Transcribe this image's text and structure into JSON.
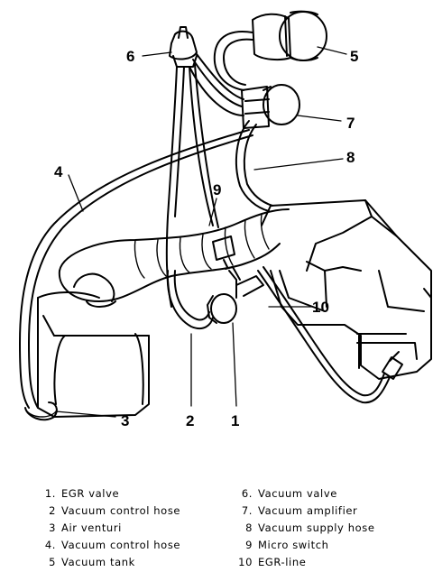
{
  "callouts": {
    "c1": "1",
    "c2": "2",
    "c3": "3",
    "c4": "4",
    "c5": "5",
    "c6": "6",
    "c7": "7",
    "c8": "8",
    "c9": "9",
    "c10": "10"
  },
  "legend": {
    "left": [
      {
        "num": "1.",
        "text": "EGR valve"
      },
      {
        "num": "2",
        "text": "Vacuum control hose"
      },
      {
        "num": "3",
        "text": "Air venturi"
      },
      {
        "num": "4.",
        "text": "Vacuum control hose"
      },
      {
        "num": "5",
        "text": "Vacuum tank"
      }
    ],
    "right": [
      {
        "num": "6.",
        "text": "Vacuum valve"
      },
      {
        "num": "7.",
        "text": "Vacuum amplifier"
      },
      {
        "num": "8",
        "text": "Vacuum supply hose"
      },
      {
        "num": "9",
        "text": "Micro switch"
      },
      {
        "num": "10",
        "text": "EGR-line"
      }
    ]
  }
}
